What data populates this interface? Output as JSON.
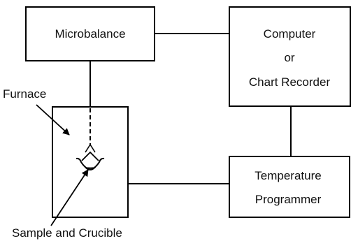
{
  "diagram": {
    "microbalance": "Microbalance",
    "computer": [
      "Computer",
      "or",
      "Chart Recorder"
    ],
    "temperature_programmer": [
      "Temperature",
      "Programmer"
    ],
    "furnace_label": "Furnace",
    "sample_label": "Sample and Crucible"
  }
}
